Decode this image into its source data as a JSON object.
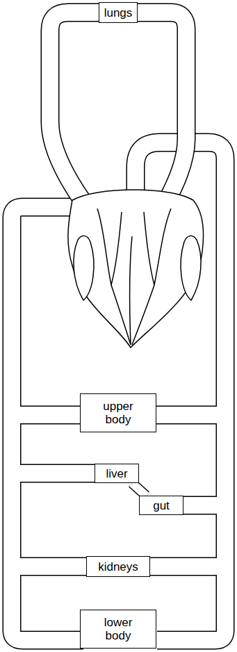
{
  "diagram": {
    "nodes": [
      {
        "text": [
          "lungs"
        ]
      },
      {
        "text": [
          "upper body"
        ]
      },
      {
        "text": [
          "liver"
        ]
      },
      {
        "text": [
          "gut"
        ]
      },
      {
        "text": [
          "kidneys"
        ]
      },
      {
        "text": [
          "lower body"
        ]
      }
    ],
    "edges": [
      {
        "from": 3,
        "to": 2,
        "arrow": "none"
      }
    ]
  }
}
